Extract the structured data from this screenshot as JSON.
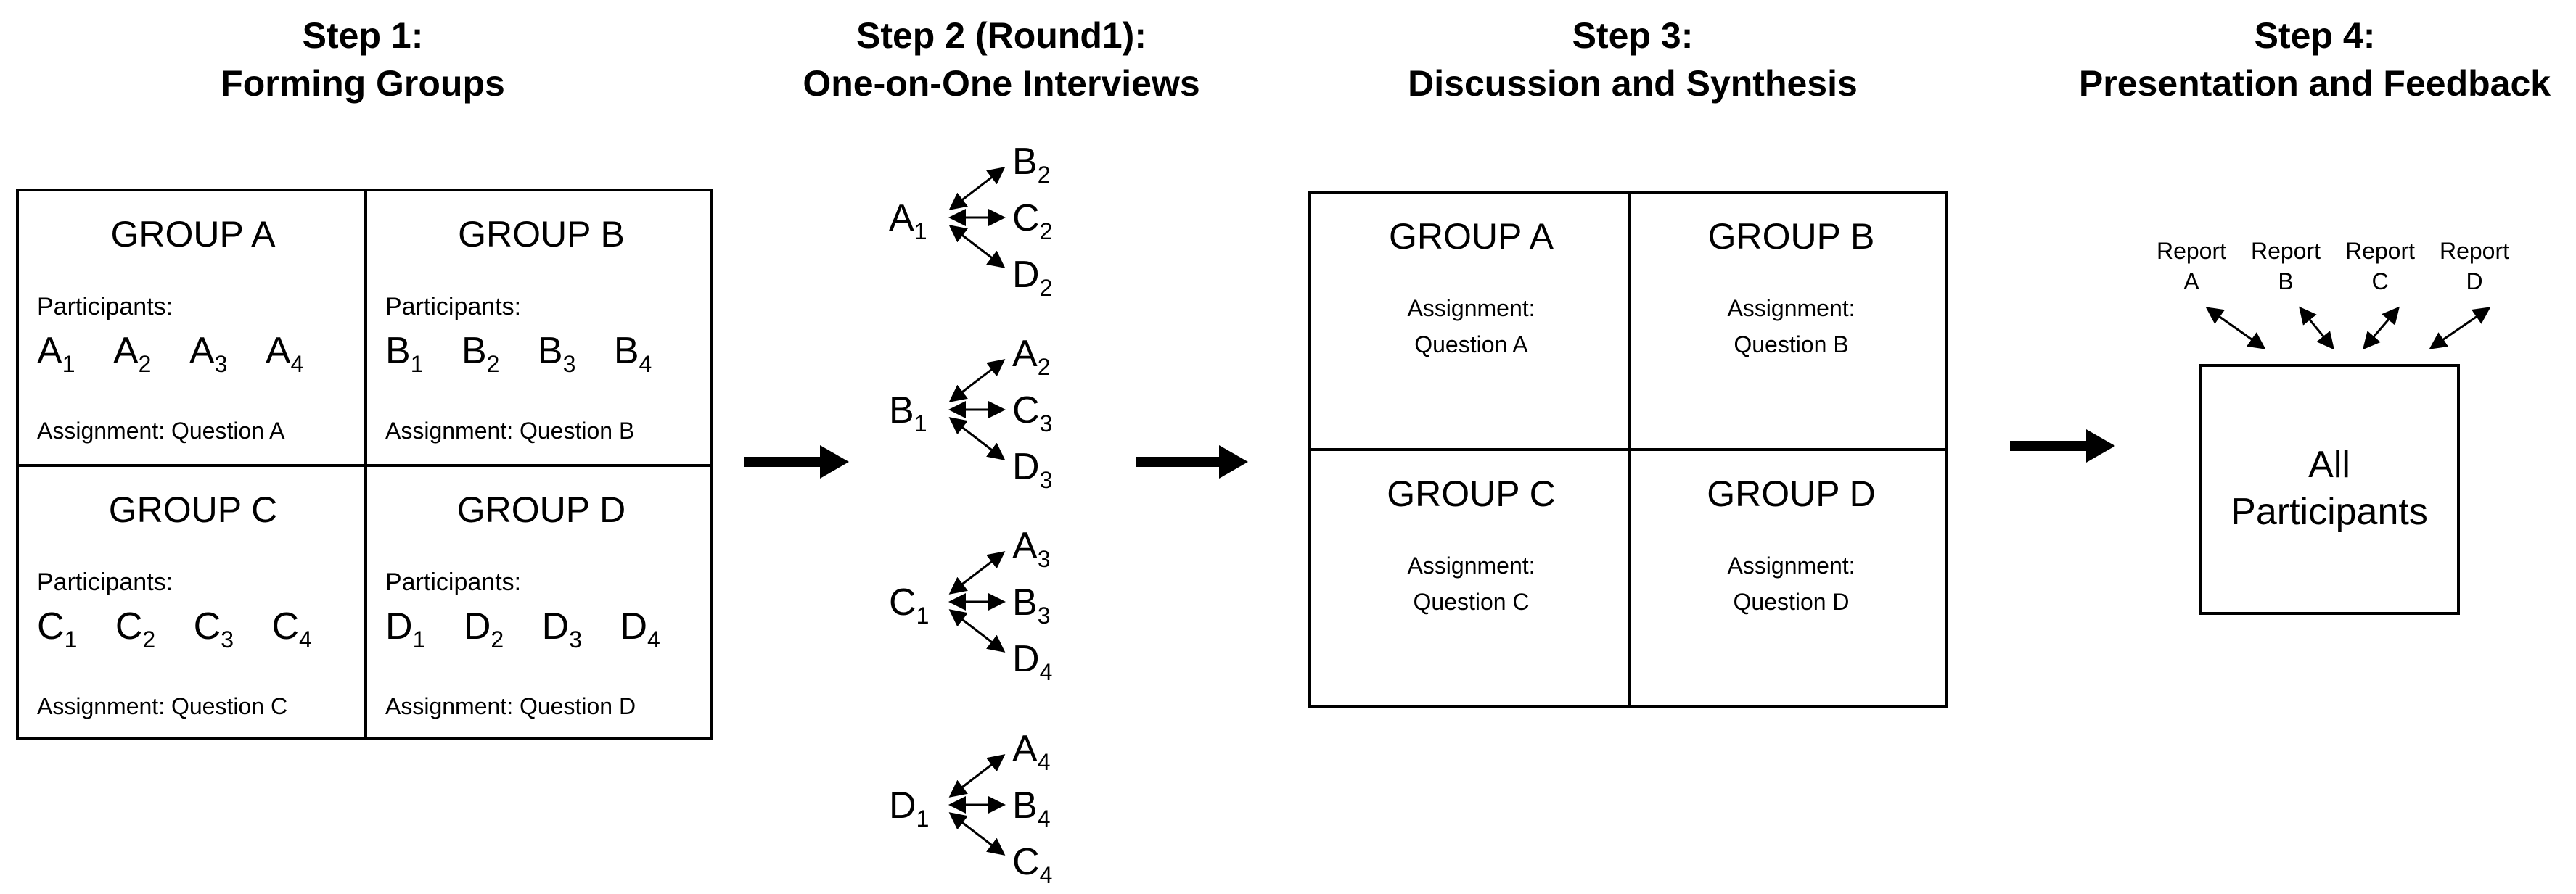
{
  "steps": [
    {
      "line1": "Step 1:",
      "line2": "Forming Groups"
    },
    {
      "line1": "Step 2 (Round1):",
      "line2": "One-on-One Interviews"
    },
    {
      "line1": "Step 3:",
      "line2": "Discussion and Synthesis"
    },
    {
      "line1": "Step 4:",
      "line2": "Presentation and Feedback"
    }
  ],
  "step1": {
    "participants_label": "Participants:",
    "groups": [
      {
        "name": "GROUP A",
        "members": [
          [
            "A",
            "1"
          ],
          [
            "A",
            "2"
          ],
          [
            "A",
            "3"
          ],
          [
            "A",
            "4"
          ]
        ],
        "assignment": "Assignment: Question A"
      },
      {
        "name": "GROUP B",
        "members": [
          [
            "B",
            "1"
          ],
          [
            "B",
            "2"
          ],
          [
            "B",
            "3"
          ],
          [
            "B",
            "4"
          ]
        ],
        "assignment": "Assignment: Question B"
      },
      {
        "name": "GROUP C",
        "members": [
          [
            "C",
            "1"
          ],
          [
            "C",
            "2"
          ],
          [
            "C",
            "3"
          ],
          [
            "C",
            "4"
          ]
        ],
        "assignment": "Assignment: Question C"
      },
      {
        "name": "GROUP D",
        "members": [
          [
            "D",
            "1"
          ],
          [
            "D",
            "2"
          ],
          [
            "D",
            "3"
          ],
          [
            "D",
            "4"
          ]
        ],
        "assignment": "Assignment: Question D"
      }
    ]
  },
  "step2": {
    "interviews": [
      {
        "source": [
          "A",
          "1"
        ],
        "targets": [
          [
            "B",
            "2"
          ],
          [
            "C",
            "2"
          ],
          [
            "D",
            "2"
          ]
        ]
      },
      {
        "source": [
          "B",
          "1"
        ],
        "targets": [
          [
            "A",
            "2"
          ],
          [
            "C",
            "3"
          ],
          [
            "D",
            "3"
          ]
        ]
      },
      {
        "source": [
          "C",
          "1"
        ],
        "targets": [
          [
            "A",
            "3"
          ],
          [
            "B",
            "3"
          ],
          [
            "D",
            "4"
          ]
        ]
      },
      {
        "source": [
          "D",
          "1"
        ],
        "targets": [
          [
            "A",
            "4"
          ],
          [
            "B",
            "4"
          ],
          [
            "C",
            "4"
          ]
        ]
      }
    ]
  },
  "step3": {
    "groups": [
      {
        "name": "GROUP A",
        "assignment_label": "Assignment:",
        "question": "Question A"
      },
      {
        "name": "GROUP B",
        "assignment_label": "Assignment:",
        "question": "Question B"
      },
      {
        "name": "GROUP C",
        "assignment_label": "Assignment:",
        "question": "Question C"
      },
      {
        "name": "GROUP D",
        "assignment_label": "Assignment:",
        "question": "Question D"
      }
    ]
  },
  "step4": {
    "reports": [
      {
        "label": "Report",
        "letter": "A"
      },
      {
        "label": "Report",
        "letter": "B"
      },
      {
        "label": "Report",
        "letter": "C"
      },
      {
        "label": "Report",
        "letter": "D"
      }
    ],
    "box_line1": "All",
    "box_line2": "Participants"
  }
}
